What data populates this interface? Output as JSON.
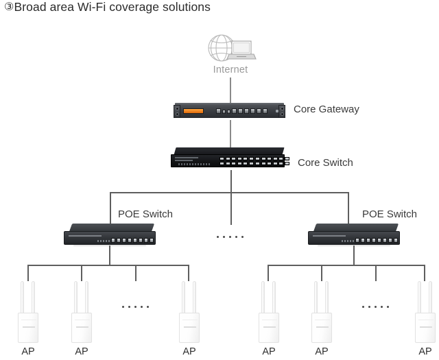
{
  "title": {
    "marker": "③",
    "text": "Broad area Wi-Fi coverage solutions"
  },
  "diagram": {
    "type": "network-topology",
    "internet": {
      "label": "Internet",
      "icon": "globe-laptop-icon",
      "label_color": "#9a9a9a"
    },
    "nodes": [
      {
        "id": "core-gateway",
        "label": "Core Gateway",
        "device": "rack-gateway",
        "tier": 1
      },
      {
        "id": "core-switch",
        "label": "Core Switch",
        "device": "rack-switch-24-port",
        "tier": 2
      },
      {
        "id": "poe-switch-left",
        "label": "POE Switch",
        "device": "desktop-switch-8-port",
        "tier": 3
      },
      {
        "id": "poe-switch-right",
        "label": "POE Switch",
        "device": "desktop-switch-8-port",
        "tier": 3
      }
    ],
    "access_points": [
      {
        "id": "ap-1",
        "label": "AP",
        "group": "left"
      },
      {
        "id": "ap-2",
        "label": "AP",
        "group": "left"
      },
      {
        "id": "ap-3",
        "label": "AP",
        "group": "left"
      },
      {
        "id": "ap-4",
        "label": "AP",
        "group": "right"
      },
      {
        "id": "ap-5",
        "label": "AP",
        "group": "right"
      },
      {
        "id": "ap-6",
        "label": "AP",
        "group": "right"
      }
    ],
    "ellipses": [
      {
        "id": "ellipsis-switch-row",
        "dots": 5
      },
      {
        "id": "ellipsis-ap-left",
        "dots": 5
      },
      {
        "id": "ellipsis-ap-right",
        "dots": 5
      }
    ],
    "colors": {
      "line": "#5e5e5e",
      "label_text": "#3a3a3a",
      "title_text": "#2b2b2b",
      "gateway_accent": "#e88a1a",
      "device_dark": "#2c2f33",
      "ap_white": "#ffffff"
    }
  }
}
